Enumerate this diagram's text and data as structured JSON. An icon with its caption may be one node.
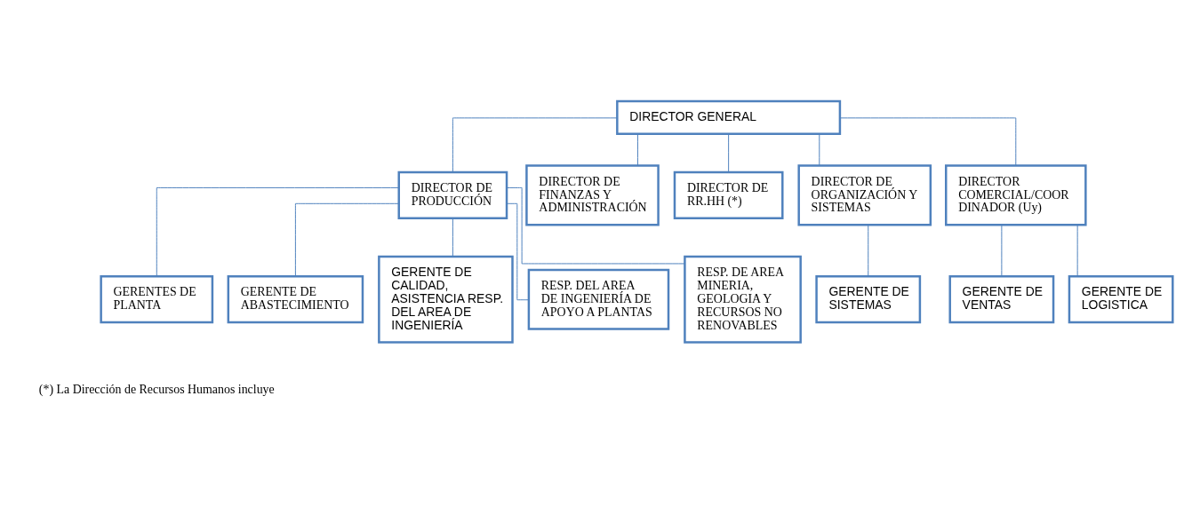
{
  "diagram": {
    "nodes": [
      {
        "text": [
          "DIRECTOR GENERAL"
        ]
      },
      {
        "text": [
          "DIRECTOR DE PRODUCCIÓN"
        ]
      },
      {
        "text": [
          "DIRECTOR DE FINANZAS Y ADMINISTRACIÓN"
        ]
      },
      {
        "text": [
          "DIRECTOR DE RR.HH (*)"
        ]
      },
      {
        "text": [
          "DIRECTOR DE ORGANIZACIÓN Y SISTEMAS"
        ]
      },
      {
        "text": [
          "DIRECTOR COMERCIAL/COOR DINADOR (Uy)"
        ]
      },
      {
        "text": [
          "GERENTES DE PLANTA"
        ]
      },
      {
        "text": [
          "GERENTE DE ABASTECIMIENTO"
        ]
      },
      {
        "text": [
          "GERENTE DE CALIDAD, ASISTENCIA RESP. DEL AREA DE INGENIERÍA"
        ]
      },
      {
        "text": [
          "RESP. DEL AREA DE INGENIERÍA DE APOYO A PLANTAS"
        ]
      },
      {
        "text": [
          "RESP. DE AREA MINERIA, GEOLOGIA Y RECURSOS NO RENOVABLES"
        ]
      },
      {
        "text": [
          "GERENTE DE SISTEMAS"
        ]
      },
      {
        "text": [
          "GERENTE DE VENTAS"
        ]
      },
      {
        "text": [
          "GERENTE DE LOGISTICA"
        ]
      }
    ],
    "edges": [
      {
        "from": 0,
        "to": 1,
        "arrow": "none"
      },
      {
        "from": 0,
        "to": 2,
        "arrow": "none"
      },
      {
        "from": 0,
        "to": 3,
        "arrow": "none"
      },
      {
        "from": 0,
        "to": 4,
        "arrow": "none"
      },
      {
        "from": 0,
        "to": 5,
        "arrow": "none"
      },
      {
        "from": 1,
        "to": 6,
        "arrow": "none"
      },
      {
        "from": 1,
        "to": 7,
        "arrow": "none"
      },
      {
        "from": 1,
        "to": 8,
        "arrow": "none"
      },
      {
        "from": 1,
        "to": 9,
        "arrow": "none"
      },
      {
        "from": 1,
        "to": 10,
        "arrow": "none"
      },
      {
        "from": 4,
        "to": 11,
        "arrow": "none"
      },
      {
        "from": 5,
        "to": 12,
        "arrow": "none"
      },
      {
        "from": 5,
        "to": 13,
        "arrow": "none"
      }
    ],
    "labels": [
      "(*) La Dirección de Recursos Humanos incluye"
    ]
  }
}
